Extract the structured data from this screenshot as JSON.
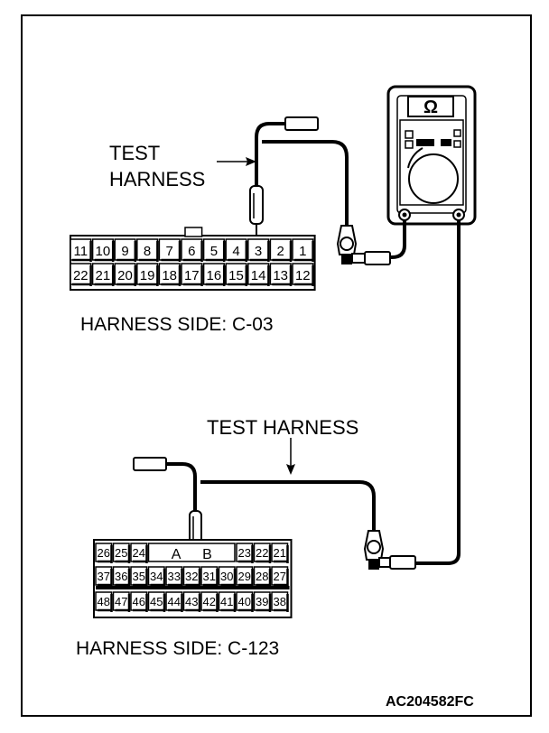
{
  "labels": {
    "test_harness_upper_line1": "TEST",
    "test_harness_upper_line2": "HARNESS",
    "test_harness_lower": "TEST HARNESS",
    "harness_side_c03": "HARNESS SIDE: C-03",
    "harness_side_c123": "HARNESS SIDE: C-123",
    "figure_code": "AC204582FC"
  },
  "meter": {
    "symbol": "Ω"
  },
  "connector_c03": {
    "row1": [
      "11",
      "10",
      "9",
      "8",
      "7",
      "6",
      "5",
      "4",
      "3",
      "2",
      "1"
    ],
    "row2": [
      "22",
      "21",
      "20",
      "19",
      "18",
      "17",
      "16",
      "15",
      "14",
      "13",
      "12"
    ]
  },
  "connector_c123": {
    "row1_left": [
      "26",
      "25",
      "24"
    ],
    "row1_mid": [
      "A",
      "B"
    ],
    "row1_right": [
      "23",
      "22",
      "21"
    ],
    "row2": [
      "37",
      "36",
      "35",
      "34",
      "33",
      "32",
      "31",
      "30",
      "29",
      "28",
      "27"
    ],
    "row3": [
      "48",
      "47",
      "46",
      "45",
      "44",
      "43",
      "42",
      "41",
      "40",
      "39",
      "38"
    ]
  }
}
